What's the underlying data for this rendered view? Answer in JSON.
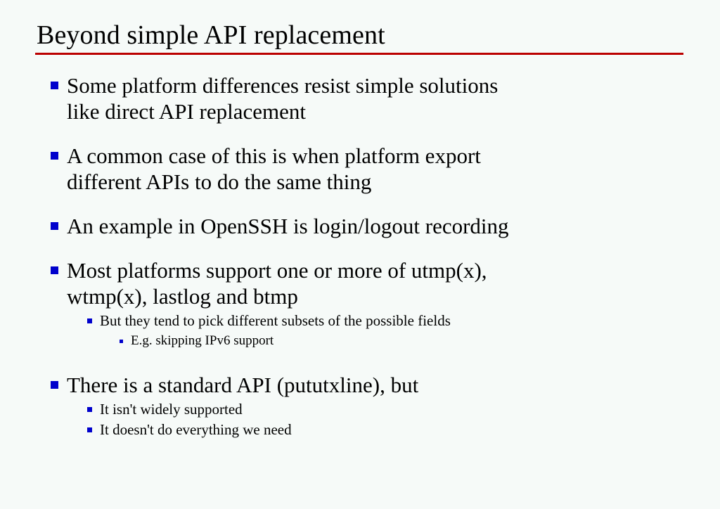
{
  "slide": {
    "title": "Beyond simple API replacement",
    "background_color": "#f6faf8",
    "rule_color": "#bb0000",
    "bullet_color": "#0000cc",
    "text_color": "#000000"
  },
  "bullets": [
    {
      "level": 1,
      "lines": [
        "Some platform differences resist simple solutions",
        "like direct API replacement"
      ]
    },
    {
      "level": 1,
      "lines": [
        "A common case of this is when platform export",
        "different APIs to do the same thing"
      ]
    },
    {
      "level": 1,
      "lines": [
        "An example in OpenSSH is login/logout recording"
      ]
    },
    {
      "level": 1,
      "lines": [
        "Most platforms support one or more of utmp(x),",
        "wtmp(x), lastlog and btmp"
      ]
    },
    {
      "level": 2,
      "lines": [
        "But they tend to pick different subsets of the possible fields"
      ]
    },
    {
      "level": 3,
      "lines": [
        "E.g. skipping IPv6 support"
      ]
    },
    {
      "level": 1,
      "lines": [
        "There is a standard API (pututxline), but"
      ]
    },
    {
      "level": 2,
      "lines": [
        "It isn't widely supported"
      ]
    },
    {
      "level": 2,
      "lines": [
        "It doesn't do everything we need"
      ]
    }
  ]
}
